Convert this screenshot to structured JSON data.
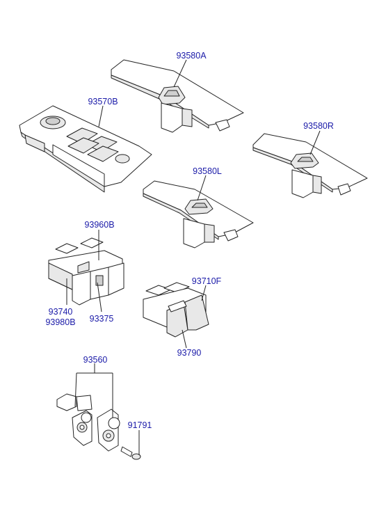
{
  "diagram": {
    "labels": {
      "p93580A": "93580A",
      "p93570B": "93570B",
      "p93580R": "93580R",
      "p93580L": "93580L",
      "p93960B": "93960B",
      "p93710F": "93710F",
      "p93740": "93740",
      "p93980B": "93980B",
      "p93375": "93375",
      "p93790": "93790",
      "p93560": "93560",
      "p91791": "91791"
    },
    "colors": {
      "label": "#1a1aa8",
      "line": "#222222"
    }
  }
}
